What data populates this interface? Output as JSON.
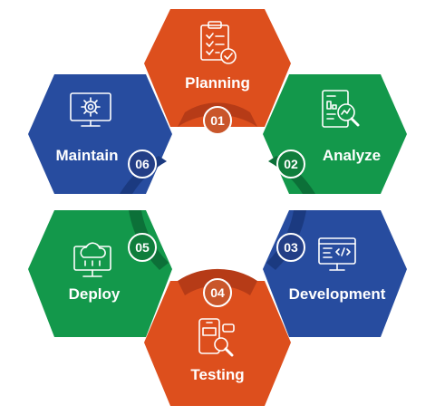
{
  "colors": {
    "orange": "#dd4f1d",
    "green": "#13984b",
    "blue": "#274c9f",
    "orange_dark": "#b63b17",
    "green_dark": "#0c7038",
    "blue_dark": "#1b3a80",
    "orange_num": "#c9562b",
    "green_num": "#0f7d3c",
    "blue_num": "#233e86"
  },
  "steps": [
    {
      "number": "01",
      "label": "Planning",
      "color": "orange",
      "icon": "checklist-icon"
    },
    {
      "number": "02",
      "label": "Analyze",
      "color": "green",
      "icon": "analysis-report-icon"
    },
    {
      "number": "03",
      "label": "Development",
      "color": "blue",
      "icon": "code-monitor-icon"
    },
    {
      "number": "04",
      "label": "Testing",
      "color": "orange",
      "icon": "mobile-test-icon"
    },
    {
      "number": "05",
      "label": "Deploy",
      "color": "green",
      "icon": "cloud-deploy-icon"
    },
    {
      "number": "06",
      "label": "Maintain",
      "color": "blue",
      "icon": "monitor-gear-icon"
    }
  ]
}
